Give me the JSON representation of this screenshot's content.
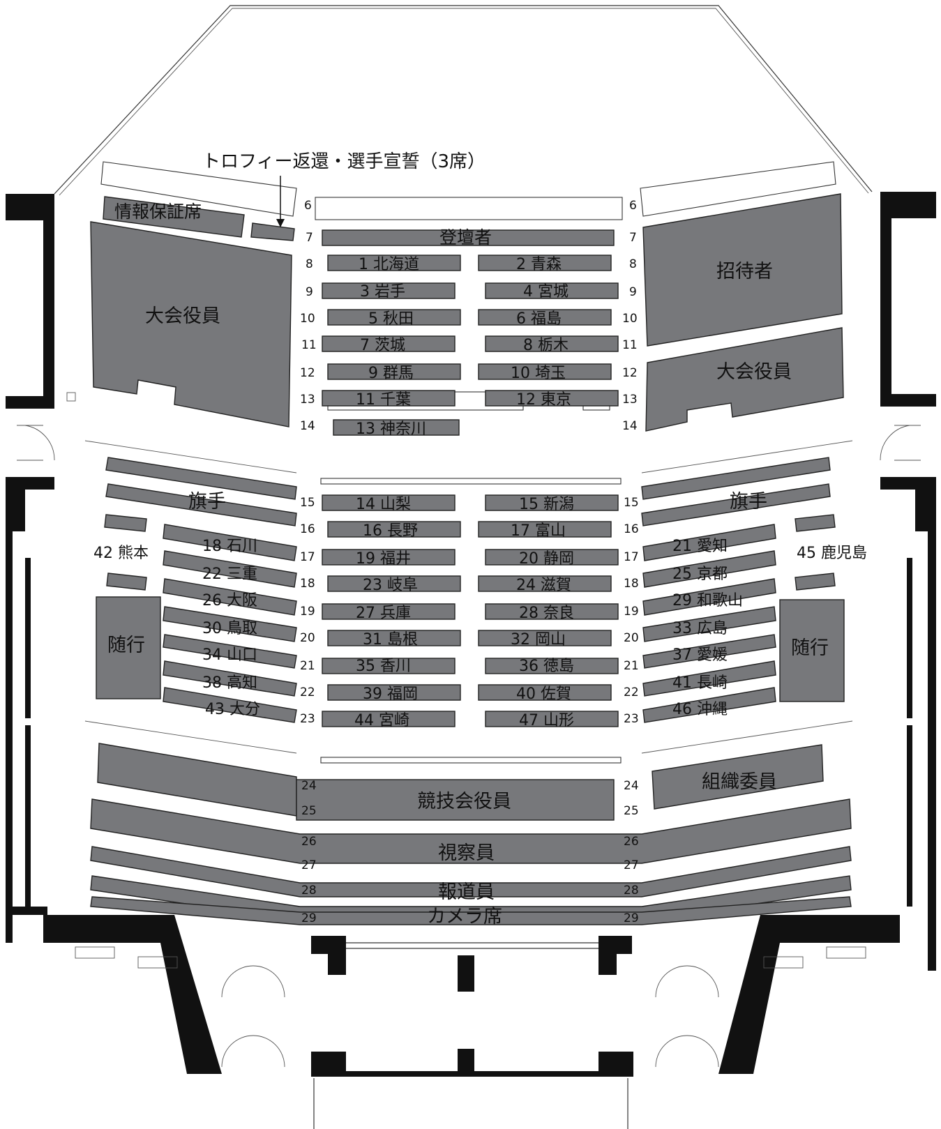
{
  "annotation": "トロフィー返還・選手宣誓（3席）",
  "sections": {
    "info": "情報保証席",
    "performers": "登壇者",
    "guests": "招待者",
    "officials_left": "大会役員",
    "officials_right": "大会役員",
    "flag_left": "旗手",
    "flag_right": "旗手",
    "escort_left": "随行",
    "escort_right": "随行",
    "competition": "競技会役員",
    "organizing": "組織委員",
    "inspectors": "視察員",
    "press": "報道員",
    "camera": "カメラ席"
  },
  "prefectures": {
    "p1": "1 北海道",
    "p2": "2 青森",
    "p3": "3 岩手",
    "p4": "4 宮城",
    "p5": "5 秋田",
    "p6": "6 福島",
    "p7": "7 茨城",
    "p8": "8 栃木",
    "p9": "9 群馬",
    "p10": "10 埼玉",
    "p11": "11 千葉",
    "p12": "12 東京",
    "p13": "13 神奈川",
    "p14": "14 山梨",
    "p15": "15 新潟",
    "p16": "16 長野",
    "p17": "17 富山",
    "p18": "18 石川",
    "p19": "19 福井",
    "p20": "20 静岡",
    "p21": "21 愛知",
    "p22": "22 三重",
    "p23": "23 岐阜",
    "p24": "24 滋賀",
    "p25": "25 京都",
    "p26": "26 大阪",
    "p27": "27 兵庫",
    "p28": "28 奈良",
    "p29": "29 和歌山",
    "p30": "30 鳥取",
    "p31": "31 島根",
    "p32": "32 岡山",
    "p33": "33 広島",
    "p34": "34 山口",
    "p35": "35 香川",
    "p36": "36 徳島",
    "p37": "37 愛媛",
    "p38": "38 高知",
    "p39": "39 福岡",
    "p40": "40 佐賀",
    "p41": "41 長崎",
    "p42": "42 熊本",
    "p43": "43 大分",
    "p44": "44 宮崎",
    "p45": "45 鹿児島",
    "p46": "46 沖縄",
    "p47": "47 山形"
  },
  "row_numbers": [
    "6",
    "7",
    "8",
    "9",
    "10",
    "11",
    "12",
    "13",
    "14",
    "15",
    "16",
    "17",
    "18",
    "19",
    "20",
    "21",
    "22",
    "23",
    "24",
    "25",
    "26",
    "27",
    "28",
    "29"
  ],
  "colors": {
    "block": "#77787b",
    "wall": "#111111",
    "line": "#333333"
  }
}
